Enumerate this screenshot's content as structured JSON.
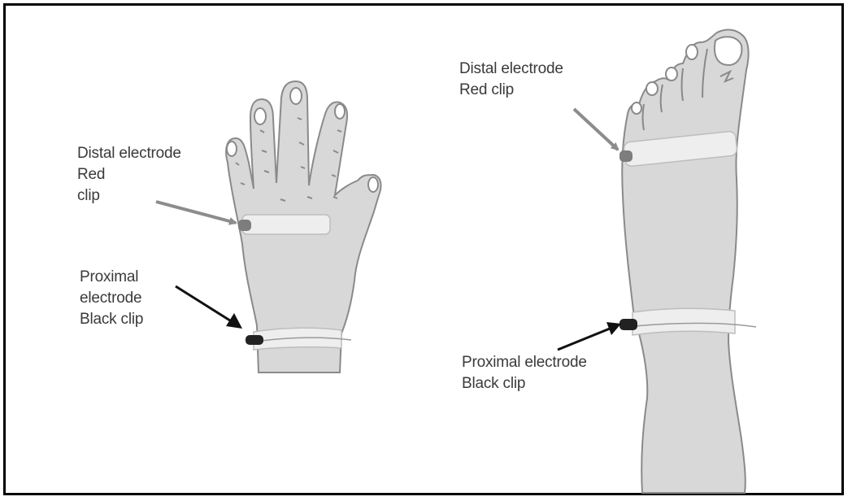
{
  "colors": {
    "skin": "#d8d8d8",
    "outline": "#8a8a8a",
    "tape": "#eeeeee",
    "red_clip": "#7d7d7d",
    "black_clip": "#222222",
    "grey_arrow": "#8c8c8c",
    "black_arrow": "#111111",
    "frame": "#000000"
  },
  "hand": {
    "distal": {
      "line1": "Distal electrode",
      "line2": "Red",
      "line3": "clip"
    },
    "proximal": {
      "line1": "Proximal",
      "line2": "electrode",
      "line3": "Black clip"
    }
  },
  "foot": {
    "distal": {
      "line1": "Distal electrode",
      "line2": "Red clip"
    },
    "proximal": {
      "line1": "Proximal electrode",
      "line2": "Black clip"
    }
  }
}
